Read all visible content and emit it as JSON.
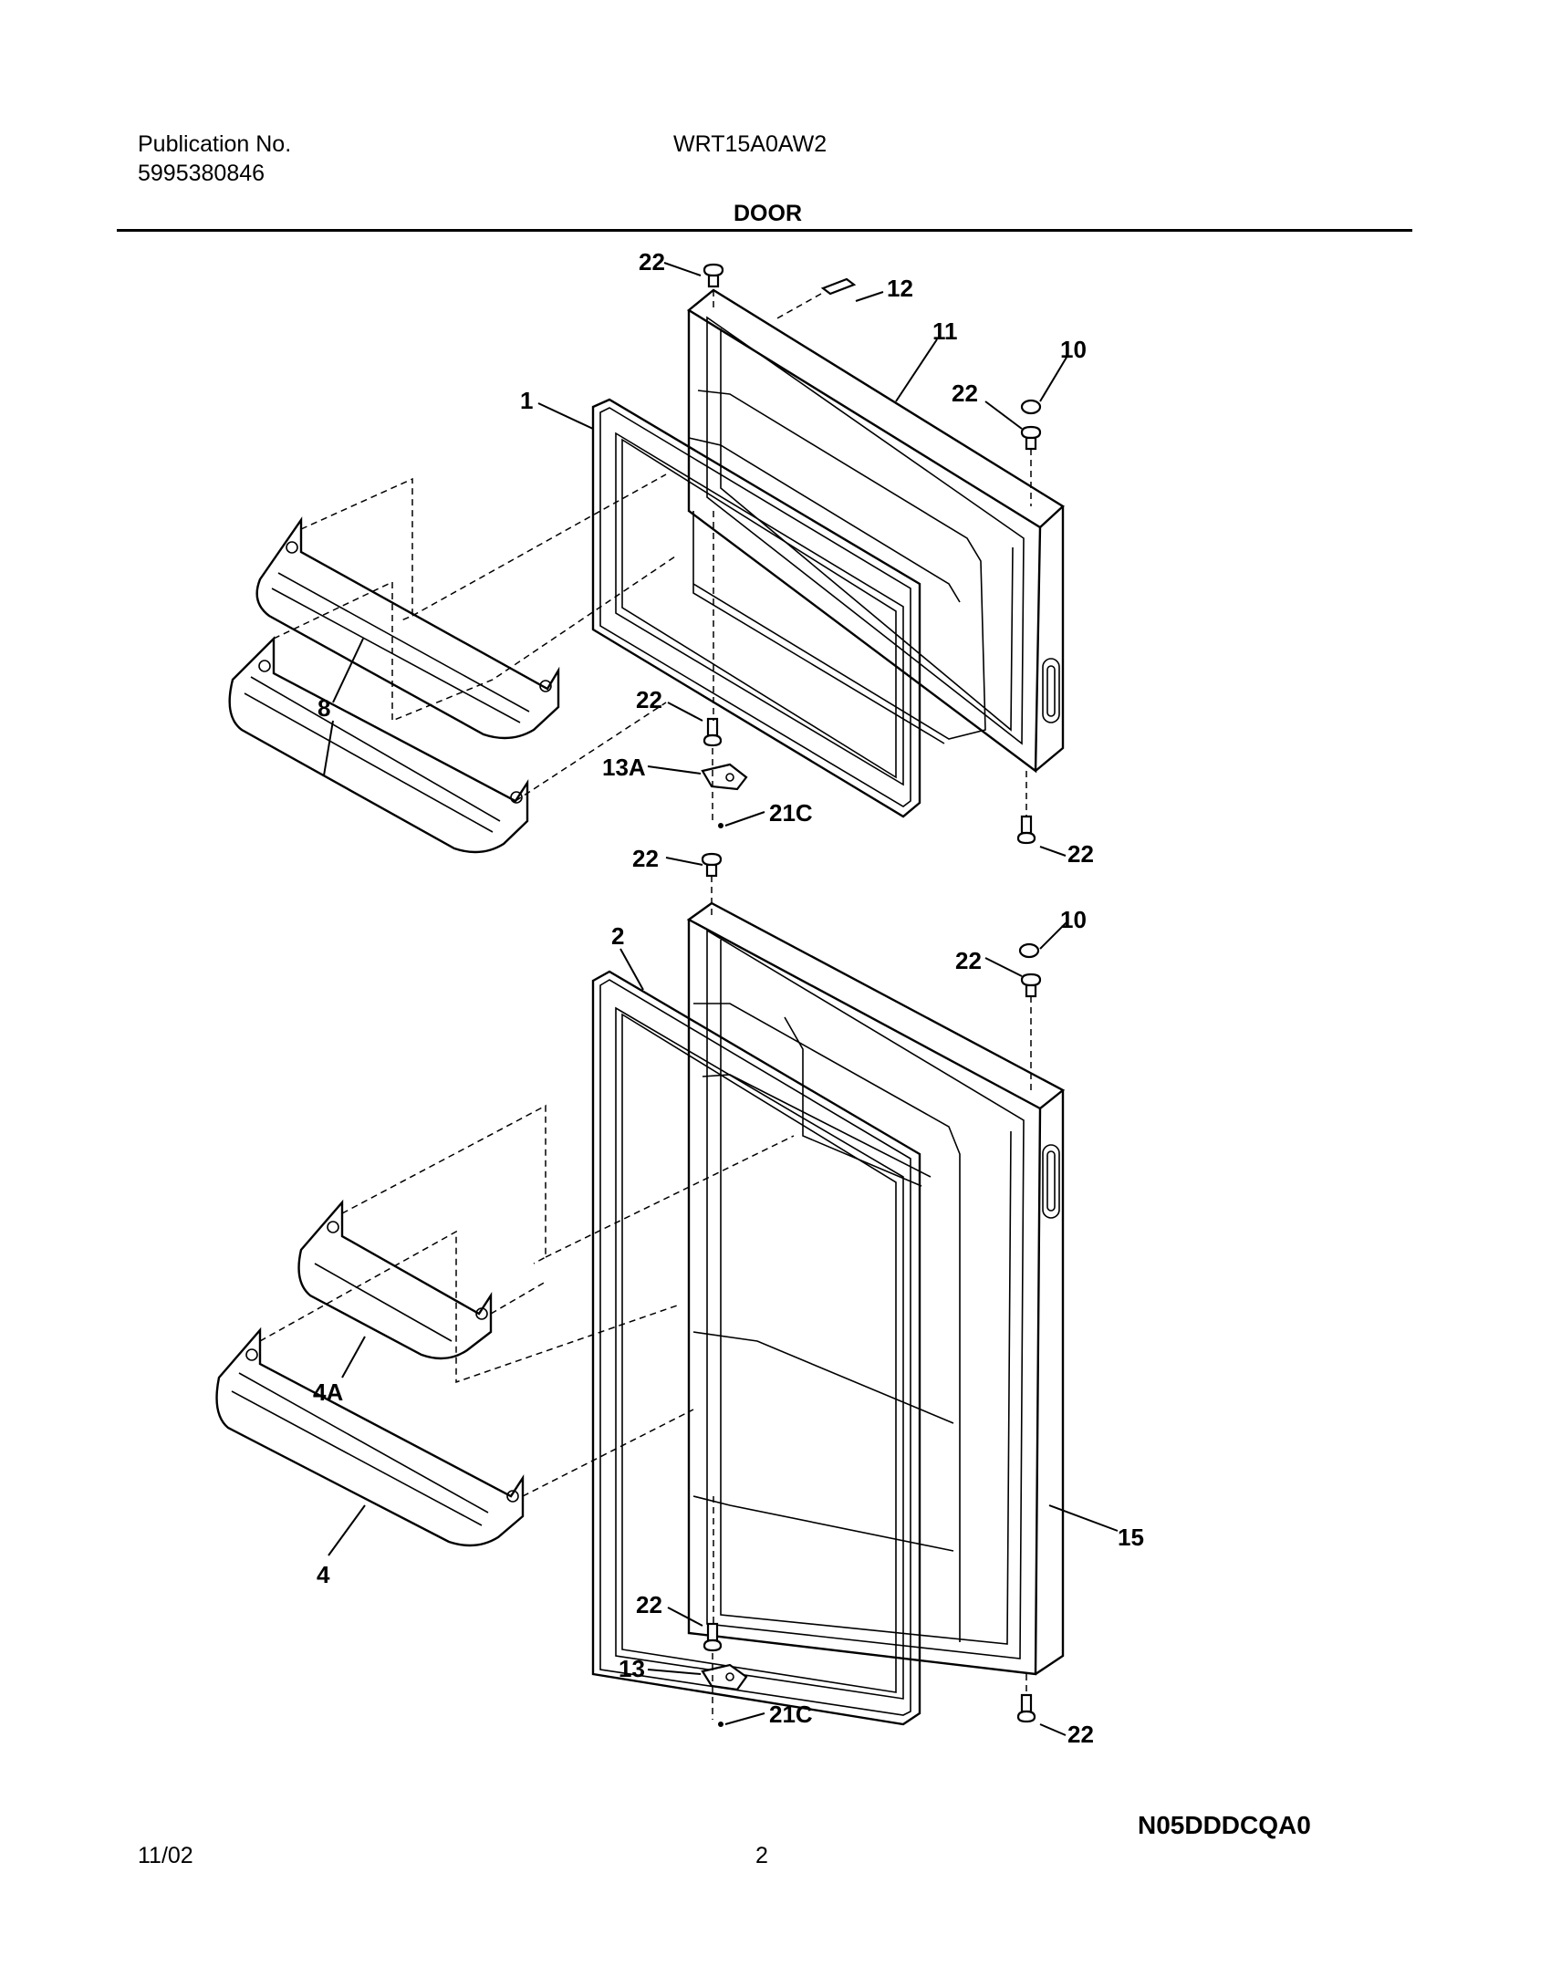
{
  "header": {
    "publication_label": "Publication No.",
    "publication_number": "5995380846",
    "model": "WRT15A0AW2",
    "section_title": "DOOR"
  },
  "callouts": {
    "c1": "1",
    "c2": "2",
    "c4": "4",
    "c4a": "4A",
    "c8": "8",
    "c10_top": "10",
    "c10_bottom": "10",
    "c11": "11",
    "c12": "12",
    "c13": "13",
    "c13a": "13A",
    "c15": "15",
    "c21c_top": "21C",
    "c21c_bottom": "21C",
    "c22_a": "22",
    "c22_b": "22",
    "c22_c": "22",
    "c22_d": "22",
    "c22_e": "22",
    "c22_f": "22",
    "c22_g": "22",
    "c22_h": "22"
  },
  "diagram_code": "N05DDDCQA0",
  "footer": {
    "date": "11/02",
    "page_number": "2"
  }
}
